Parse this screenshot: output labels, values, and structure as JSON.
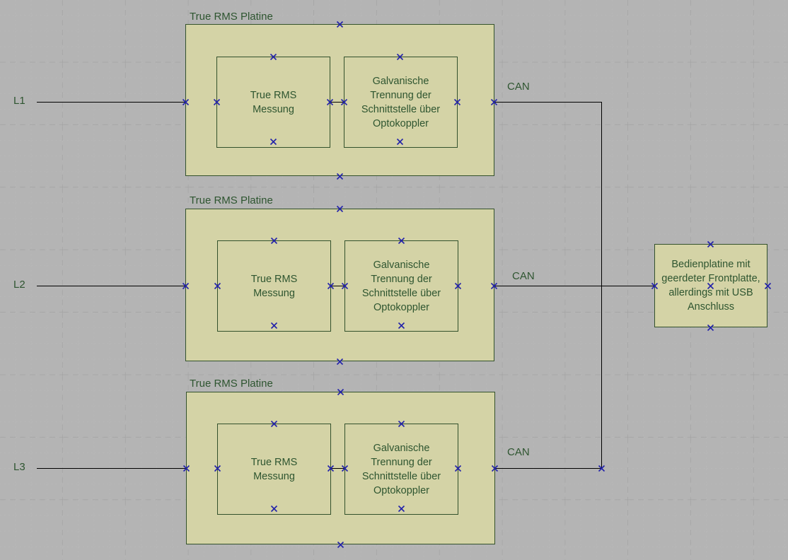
{
  "diagram": {
    "title_hidden": "",
    "colors": {
      "board_fill": "#d4d3a6",
      "board_border": "#33512c",
      "text": "#2e5530",
      "wire": "#000000",
      "connector_marker": "#2222aa",
      "grid_minor": "#b4b4b4",
      "grid_major": "#9a9a9a",
      "canvas_background": "#ffffff"
    },
    "boards": [
      {
        "title": "True RMS Platine",
        "input_label": "L1",
        "output_label": "CAN",
        "blocks": [
          {
            "label": "True RMS\nMessung"
          },
          {
            "label": "Galvanische\nTrennung der\nSchnittstelle über\nOptokoppler"
          }
        ]
      },
      {
        "title": "True RMS Platine",
        "input_label": "L2",
        "output_label": "CAN",
        "blocks": [
          {
            "label": "True RMS\nMessung"
          },
          {
            "label": "Galvanische\nTrennung der\nSchnittstelle über\nOptokoppler"
          }
        ]
      },
      {
        "title": "True RMS Platine",
        "input_label": "L3",
        "output_label": "CAN",
        "blocks": [
          {
            "label": "True RMS\nMessung"
          },
          {
            "label": "Galvanische\nTrennung der\nSchnittstelle über\nOptokoppler"
          }
        ]
      }
    ],
    "control_board": {
      "label": "Bedienplatine mit geerdeter Frontplatte, allerdings mit USB Anschluss"
    }
  }
}
